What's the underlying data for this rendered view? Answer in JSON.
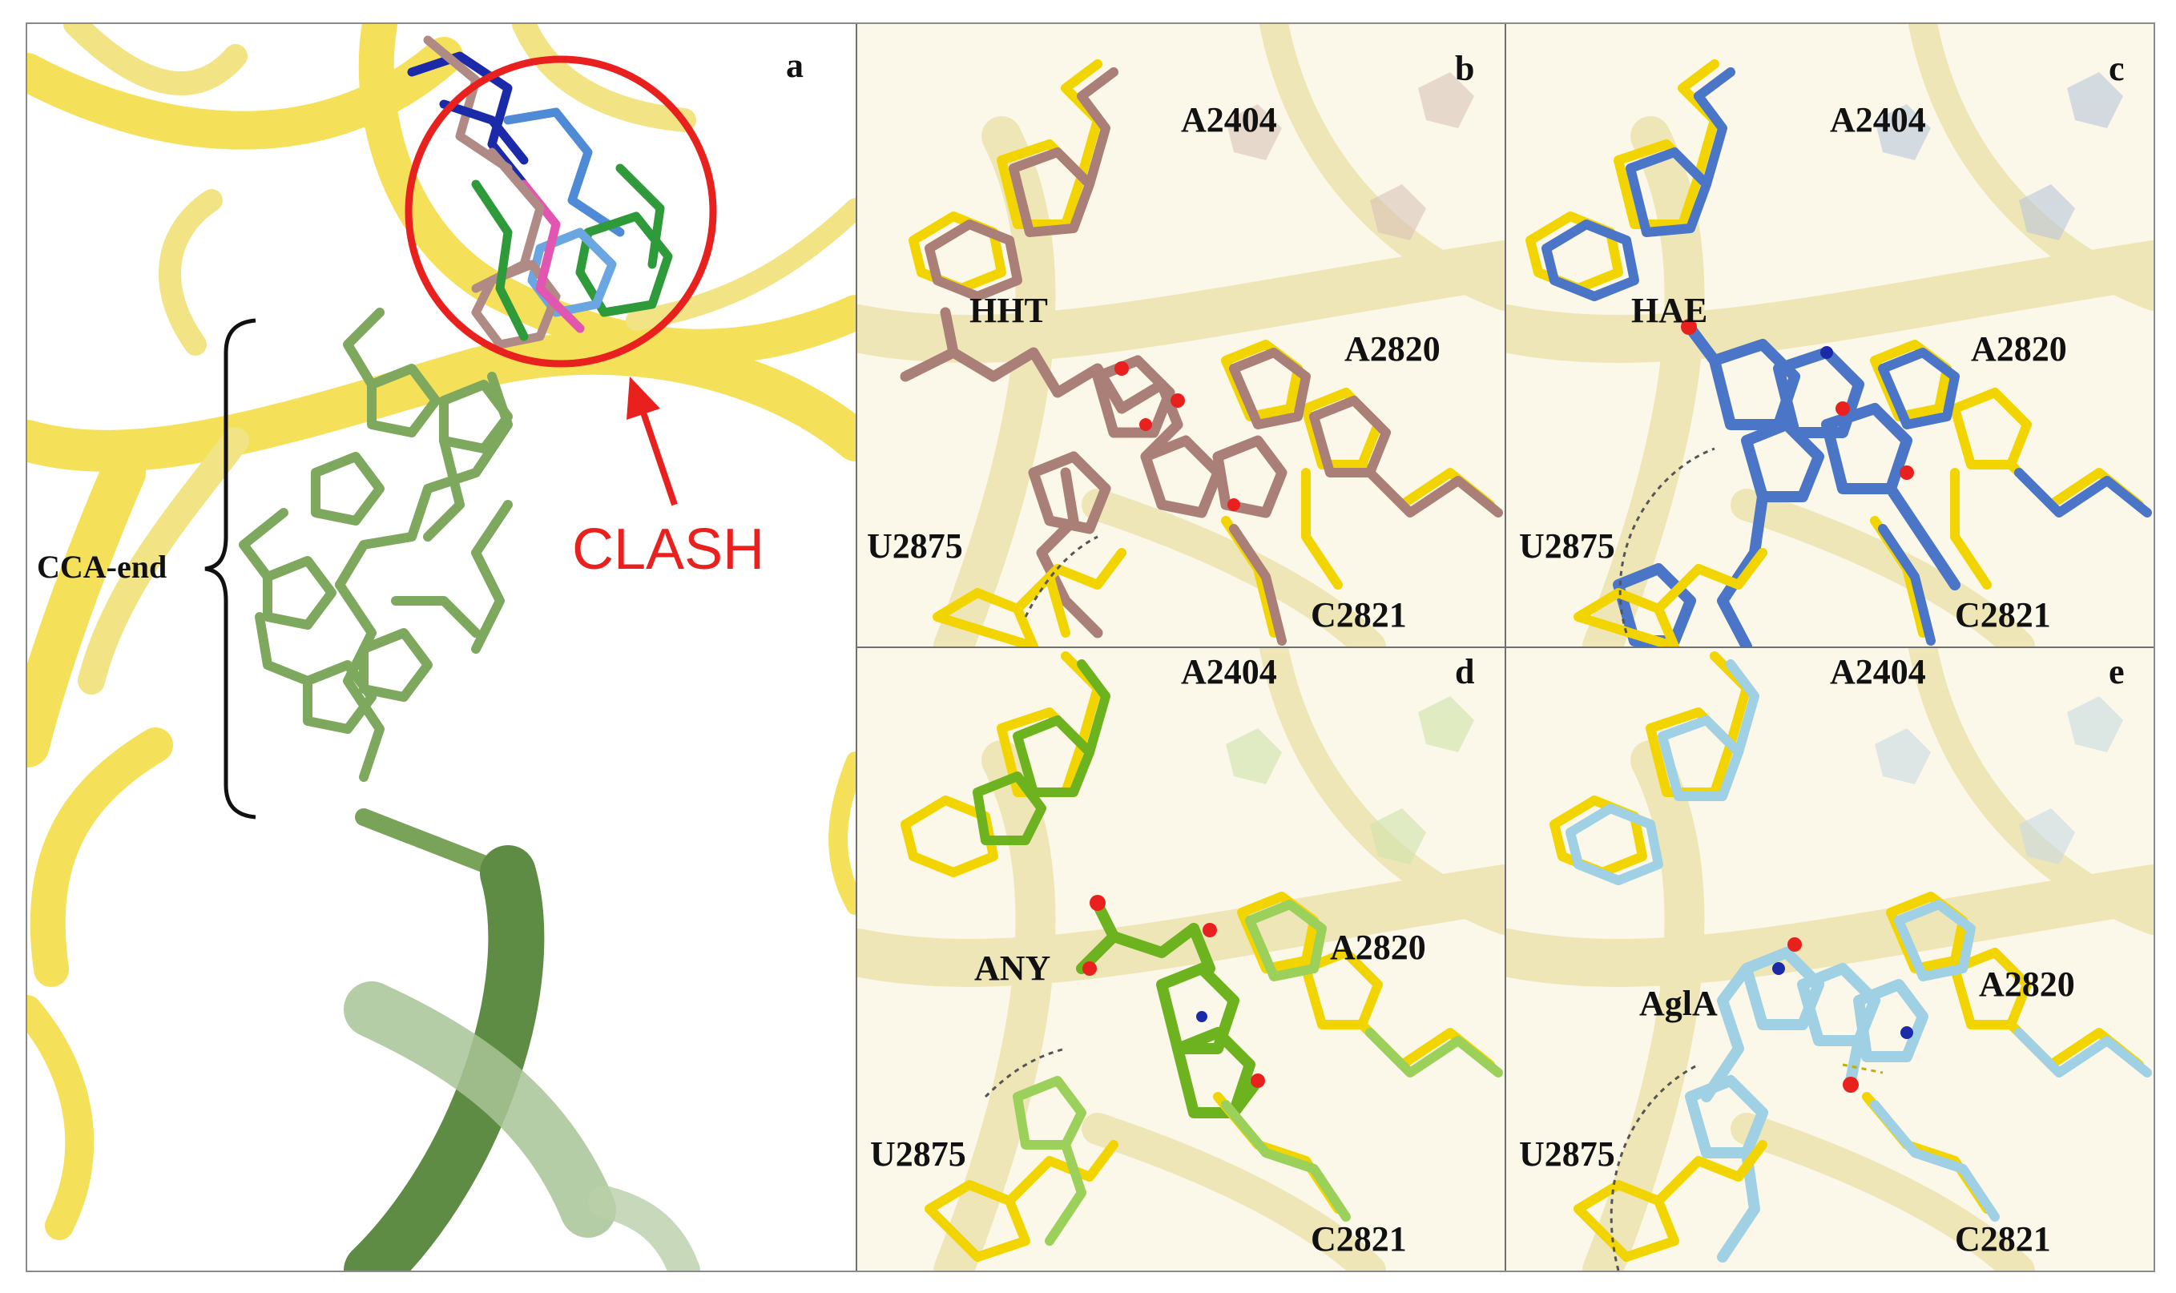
{
  "panels": {
    "a": {
      "letter": "a",
      "cca_label": "CCA-end",
      "clash_label": "CLASH"
    },
    "b": {
      "letter": "b",
      "ligand": "HHT",
      "res1": "A2404",
      "res2": "A2820",
      "res3": "U2875",
      "res4": "C2821"
    },
    "c": {
      "letter": "c",
      "ligand": "HAE",
      "res1": "A2404",
      "res2": "A2820",
      "res3": "U2875",
      "res4": "C2821"
    },
    "d": {
      "letter": "d",
      "ligand": "ANY",
      "res1": "A2404",
      "res2": "A2820",
      "res3": "U2875",
      "res4": "C2821"
    },
    "e": {
      "letter": "e",
      "ligand": "AglA",
      "res1": "A2404",
      "res2": "A2820",
      "res3": "U2875",
      "res4": "C2821"
    }
  },
  "colors": {
    "ribosome_ribbon": "#f5e05a",
    "trna_green": "#6f9a52",
    "clash_red": "#e8211f",
    "hht_pink": "#a97f78",
    "hae_blue": "#4b76c8",
    "any_green": "#6db21f",
    "agla_cyan": "#9fd0e4",
    "residue_yellow": "#f2d500"
  }
}
